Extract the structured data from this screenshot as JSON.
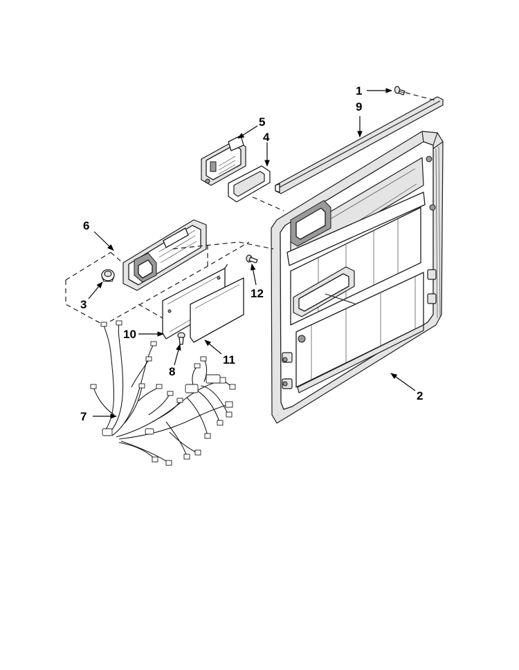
{
  "callouts": [
    {
      "id": "1",
      "label": "1"
    },
    {
      "id": "2",
      "label": "2"
    },
    {
      "id": "3",
      "label": "3"
    },
    {
      "id": "4",
      "label": "4"
    },
    {
      "id": "5",
      "label": "5"
    },
    {
      "id": "6",
      "label": "6"
    },
    {
      "id": "7",
      "label": "7"
    },
    {
      "id": "8",
      "label": "8"
    },
    {
      "id": "9",
      "label": "9"
    },
    {
      "id": "10",
      "label": "10"
    },
    {
      "id": "11",
      "label": "11"
    },
    {
      "id": "12",
      "label": "12"
    }
  ],
  "colors": {
    "line": "#1a1a1a",
    "fill_light": "#e4e4e4",
    "fill_dark": "#9a9a9a",
    "background": "#ffffff"
  }
}
